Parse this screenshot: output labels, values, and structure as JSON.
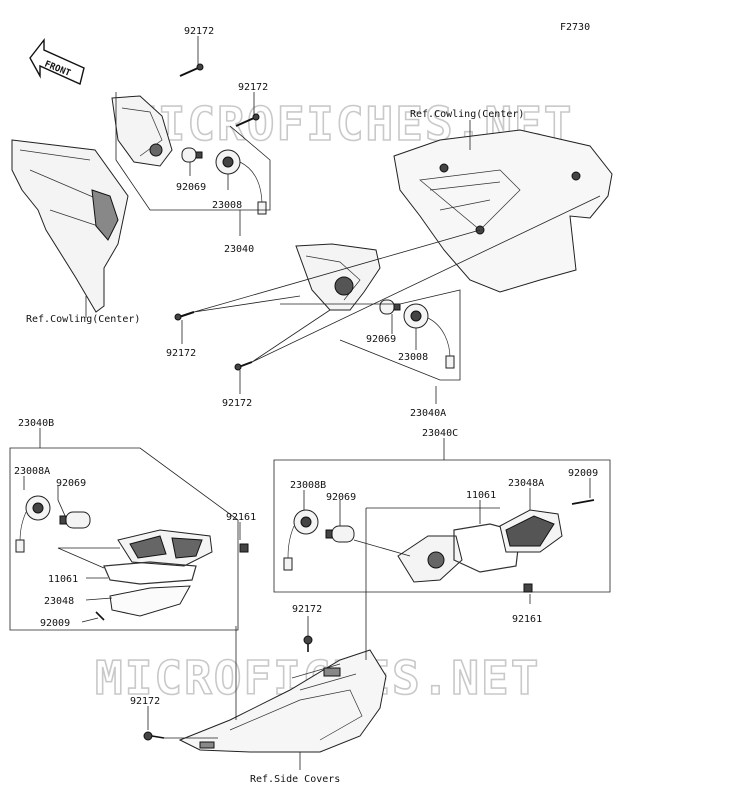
{
  "figure_code": "F2730",
  "front_label": "FRONT",
  "watermark": "MICROFICHES.NET",
  "watermark2": "MICROFICHES.NET",
  "labels": {
    "screw_top1": "92172",
    "screw_top2": "92172",
    "bulb_top": "92069",
    "socket_top": "23008",
    "assy_top": "23040",
    "ref_cowling_center_top": "Ref.Cowling(Center)",
    "ref_cowling_center_left": "Ref.Cowling(Center)",
    "screw_mid1": "92172",
    "screw_mid2": "92172",
    "bulb_mid": "92069",
    "socket_mid": "23008",
    "assy_mid": "23040A",
    "assy_left": "23040B",
    "socket_left": "23008A",
    "bulb_left": "92069",
    "gasket_left": "11061",
    "lens_left": "23048",
    "screw_left": "92009",
    "grommet_left": "92161",
    "assy_right": "23040C",
    "socket_right": "23008B",
    "bulb_right": "92069",
    "gasket_right": "11061",
    "lens_right": "23048A",
    "screw_right": "92009",
    "grommet_right": "92161",
    "screw_bottom1": "92172",
    "screw_bottom2": "92172",
    "ref_side_covers": "Ref.Side Covers"
  }
}
